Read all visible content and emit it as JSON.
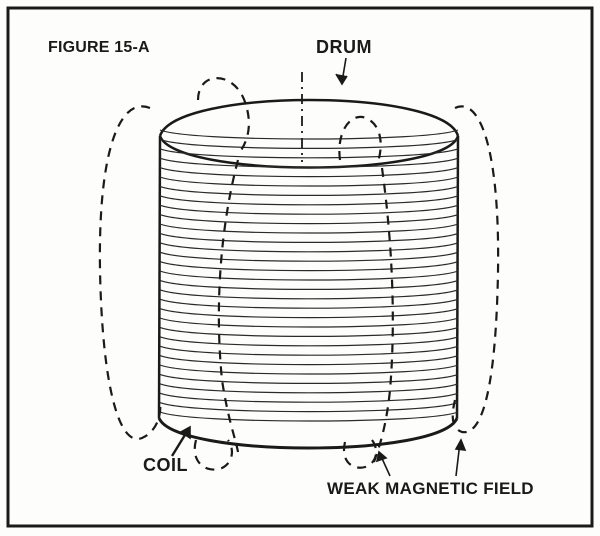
{
  "figure": {
    "title": "FIGURE 15-A",
    "labels": {
      "drum": "DRUM",
      "coil": "COIL",
      "field": "WEAK MAGNETIC FIELD"
    },
    "colors": {
      "ink": "#1a1a1a",
      "paper": "#fdfdfb"
    }
  }
}
